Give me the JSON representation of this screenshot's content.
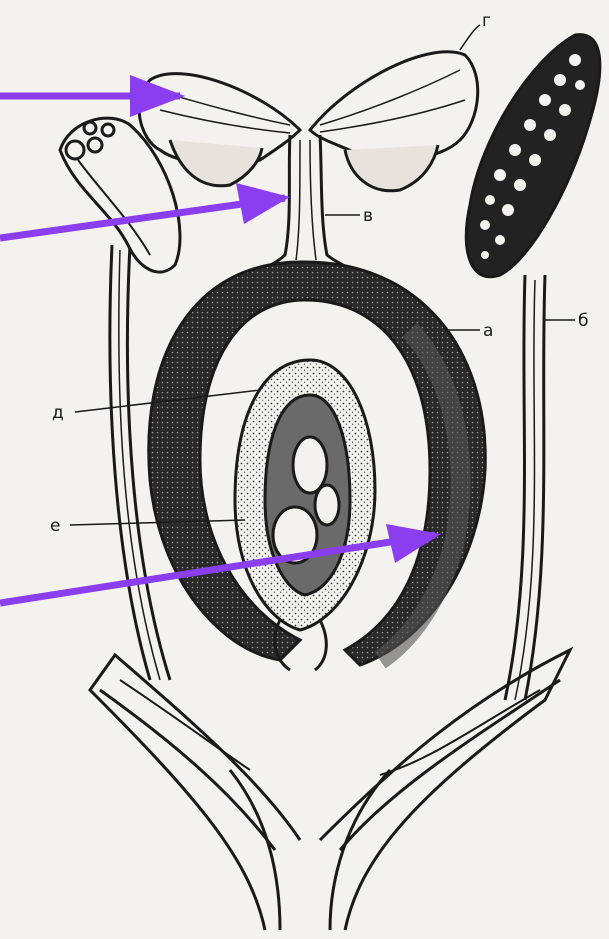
{
  "labels": {
    "a": "а",
    "b": "б",
    "v": "в",
    "g": "г",
    "d": "д",
    "e": "е"
  },
  "colors": {
    "background": "#f4f2ee",
    "ink": "#1a1a1a",
    "arrow": "#8b3df0"
  },
  "icons": {
    "arrow": "arrow-right-icon"
  }
}
